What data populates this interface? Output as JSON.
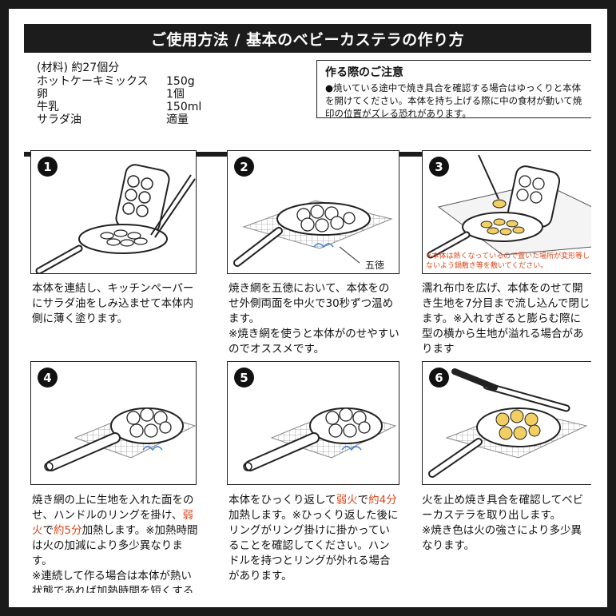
{
  "title": "ご使用方法 / 基本のベビーカステラの作り方",
  "materials": {
    "heading": "(材料) 約27個分",
    "items": [
      {
        "name": "ホットケーキミックス",
        "qty": "150g"
      },
      {
        "name": "卵",
        "qty": "1個"
      },
      {
        "name": "牛乳",
        "qty": "150ml"
      },
      {
        "name": "サラダ油",
        "qty": "適量"
      }
    ]
  },
  "notice": {
    "title": "作る際のご注意",
    "body": "●焼いている途中で焼き具合を確認する場合はゆっくりと本体を開けてください。本体を持ち上げる際に中の食材が動いて焼印の位置がズレる恐れがあります。"
  },
  "steps": [
    {
      "num": "1",
      "text": "本体を連結し、キッチンペーパーにサラダ油をしみ込ませて本体内側に薄く塗ります。"
    },
    {
      "num": "2",
      "text": "焼き網を五徳において、本体をのせ外側両面を中火で30秒ずつ温めます。\n※焼き網を使うと本体がのせやすいのでオススメです。",
      "label": "五徳"
    },
    {
      "num": "3",
      "text": "濡れ布巾を広げ、本体をのせて開き生地を7分目まで流し込んで閉じます。※入れすぎると膨らむ際に型の横から生地が溢れる場合があります",
      "warning": "※本体は熱くなっているので置いた場所が変形等しないよう鍋敷き等を敷いてください。"
    },
    {
      "num": "4",
      "text_a": "焼き網の上に生地を入れた面をのせ、ハンドルのリングを掛け、",
      "hl1": "弱火",
      "text_b": "で",
      "hl2": "約5分",
      "text_c": "加熱します。※加熱時間は火の加減により多少異なります。\n※連続して作る場合は本体が熱い状態であれば加熱時間を短くする等、調整してください。"
    },
    {
      "num": "5",
      "text_a": "本体をひっくり返して",
      "hl1": "弱火",
      "text_b": "で",
      "hl2": "約4分",
      "text_c": "加熱します。※ひっくり返した後にリングがリング掛けに掛かっていることを確認してください。ハンドルを持つとリングが外れる場合があります。"
    },
    {
      "num": "6",
      "text": "火を止め焼き具合を確認してベビーカステラを取り出します。\n※焼き色は火の強さにより多少異なります。"
    }
  ],
  "colors": {
    "frame": "#1a1a1a",
    "accent_red": "#d9481c",
    "batter": "#f2cf63"
  }
}
